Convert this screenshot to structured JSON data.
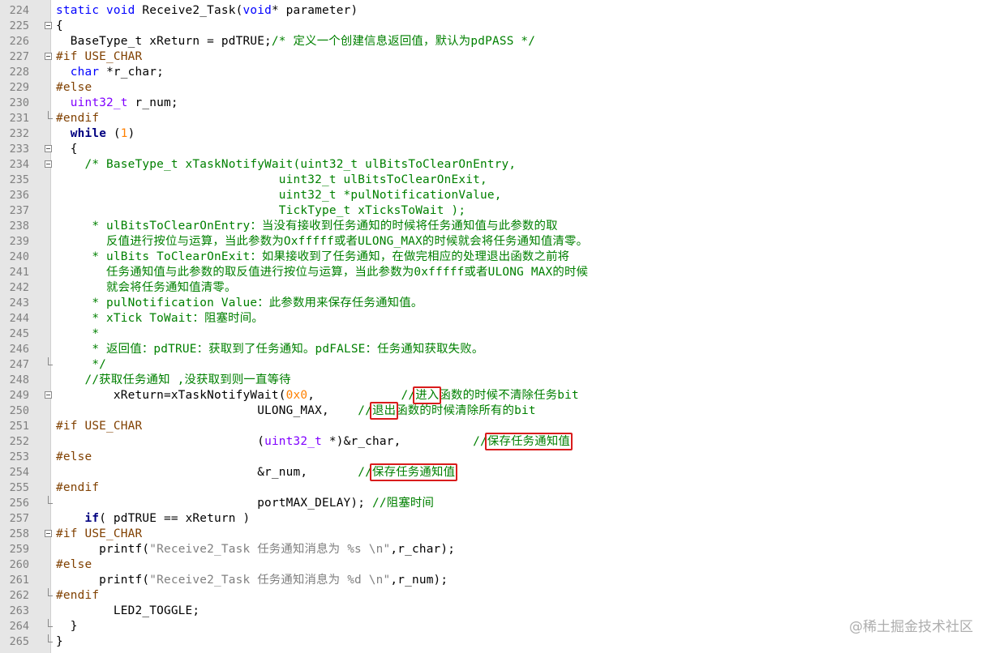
{
  "editor": {
    "lines": [
      {
        "n": "224",
        "fold": "",
        "tokens": [
          [
            "kw",
            "static void "
          ],
          [
            "tx",
            "Receive2_Task("
          ],
          [
            "kw",
            "void"
          ],
          [
            "tx",
            "* parameter)"
          ]
        ]
      },
      {
        "n": "225",
        "fold": "open",
        "tokens": [
          [
            "tx",
            "{"
          ]
        ]
      },
      {
        "n": "226",
        "fold": "",
        "tokens": [
          [
            "tx",
            "  BaseType_t xReturn = pdTRUE;"
          ],
          [
            "cm",
            "/* 定义一个创建信息返回值，默认为pdPASS */"
          ]
        ]
      },
      {
        "n": "227",
        "fold": "open",
        "tokens": [
          [
            "pp",
            "#if USE_CHAR"
          ]
        ]
      },
      {
        "n": "228",
        "fold": "",
        "tokens": [
          [
            "tx",
            "  "
          ],
          [
            "kw",
            "char"
          ],
          [
            "tx",
            " *r_char;"
          ]
        ]
      },
      {
        "n": "229",
        "fold": "",
        "tokens": [
          [
            "pp",
            "#else"
          ]
        ]
      },
      {
        "n": "230",
        "fold": "",
        "tokens": [
          [
            "tx",
            "  "
          ],
          [
            "tp",
            "uint32_t"
          ],
          [
            "tx",
            " r_num;"
          ]
        ]
      },
      {
        "n": "231",
        "fold": "end",
        "tokens": [
          [
            "pp",
            "#endif"
          ]
        ]
      },
      {
        "n": "232",
        "fold": "",
        "tokens": [
          [
            "tx",
            "  "
          ],
          [
            "kw2",
            "while"
          ],
          [
            "tx",
            " ("
          ],
          [
            "nm",
            "1"
          ],
          [
            "tx",
            ")"
          ]
        ]
      },
      {
        "n": "233",
        "fold": "open",
        "tokens": [
          [
            "tx",
            "  {"
          ]
        ]
      },
      {
        "n": "234",
        "fold": "open",
        "tokens": [
          [
            "cm",
            "    /* BaseType_t xTaskNotifyWait(uint32_t ulBitsToClearOnEntry,"
          ]
        ]
      },
      {
        "n": "235",
        "fold": "",
        "tokens": [
          [
            "cm",
            "                               uint32_t ulBitsToClearOnExit,"
          ]
        ]
      },
      {
        "n": "236",
        "fold": "",
        "tokens": [
          [
            "cm",
            "                               uint32_t *pulNotificationValue,"
          ]
        ]
      },
      {
        "n": "237",
        "fold": "",
        "tokens": [
          [
            "cm",
            "                               TickType_t xTicksToWait );"
          ]
        ]
      },
      {
        "n": "238",
        "fold": "",
        "tokens": [
          [
            "cm",
            "     * ulBitsToClearOnEntry：当没有接收到任务通知的时候将任务通知值与此参数的取"
          ]
        ]
      },
      {
        "n": "239",
        "fold": "",
        "tokens": [
          [
            "cm",
            "       反值进行按位与运算，当此参数为Oxfffff或者ULONG_MAX的时候就会将任务通知值清零。"
          ]
        ]
      },
      {
        "n": "240",
        "fold": "",
        "tokens": [
          [
            "cm",
            "     * ulBits ToClearOnExit：如果接收到了任务通知，在做完相应的处理退出函数之前将"
          ]
        ]
      },
      {
        "n": "241",
        "fold": "",
        "tokens": [
          [
            "cm",
            "       任务通知值与此参数的取反值进行按位与运算，当此参数为0xfffff或者ULONG MAX的时候"
          ]
        ]
      },
      {
        "n": "242",
        "fold": "",
        "tokens": [
          [
            "cm",
            "       就会将任务通知值清零。"
          ]
        ]
      },
      {
        "n": "243",
        "fold": "",
        "tokens": [
          [
            "cm",
            "     * pulNotification Value：此参数用来保存任务通知值。"
          ]
        ]
      },
      {
        "n": "244",
        "fold": "",
        "tokens": [
          [
            "cm",
            "     * xTick ToWait：阻塞时间。"
          ]
        ]
      },
      {
        "n": "245",
        "fold": "",
        "tokens": [
          [
            "cm",
            "     *"
          ]
        ]
      },
      {
        "n": "246",
        "fold": "",
        "tokens": [
          [
            "cm",
            "     * 返回值：pdTRUE：获取到了任务通知。pdFALSE：任务通知获取失败。"
          ]
        ]
      },
      {
        "n": "247",
        "fold": "end",
        "tokens": [
          [
            "cm",
            "     */"
          ]
        ]
      },
      {
        "n": "248",
        "fold": "",
        "tokens": [
          [
            "cm",
            "    //获取任务通知 ,没获取到则一直等待"
          ]
        ]
      },
      {
        "n": "249",
        "fold": "open",
        "tokens": [
          [
            "tx",
            "        xReturn=xTaskNotifyWait("
          ],
          [
            "nm",
            "0x0"
          ],
          [
            "tx",
            ",            "
          ],
          [
            "cm",
            "//进入函数的时候不清除任务bit"
          ]
        ]
      },
      {
        "n": "250",
        "fold": "",
        "tokens": [
          [
            "tx",
            "                            ULONG_MAX,    "
          ],
          [
            "cm",
            "//退出函数的时候清除所有的bit"
          ]
        ]
      },
      {
        "n": "251",
        "fold": "",
        "tokens": [
          [
            "pp",
            "#if USE_CHAR"
          ]
        ]
      },
      {
        "n": "252",
        "fold": "",
        "tokens": [
          [
            "tx",
            "                            "
          ],
          [
            "tx",
            "("
          ],
          [
            "tp",
            "uint32_t"
          ],
          [
            "tx",
            " *)&r_char,          "
          ],
          [
            "cm",
            "//保存任务通知值"
          ]
        ]
      },
      {
        "n": "253",
        "fold": "",
        "tokens": [
          [
            "pp",
            "#else"
          ]
        ]
      },
      {
        "n": "254",
        "fold": "",
        "tokens": [
          [
            "tx",
            "                            &r_num,       "
          ],
          [
            "cm",
            "//保存任务通知值"
          ]
        ]
      },
      {
        "n": "255",
        "fold": "",
        "tokens": [
          [
            "pp",
            "#endif"
          ]
        ]
      },
      {
        "n": "256",
        "fold": "end",
        "tokens": [
          [
            "tx",
            "                            portMAX_DELAY); "
          ],
          [
            "cm",
            "//阻塞时间"
          ]
        ]
      },
      {
        "n": "257",
        "fold": "",
        "tokens": [
          [
            "tx",
            "    "
          ],
          [
            "kw2",
            "if"
          ],
          [
            "tx",
            "( pdTRUE == xReturn )"
          ]
        ]
      },
      {
        "n": "258",
        "fold": "open",
        "tokens": [
          [
            "pp",
            "#if USE_CHAR"
          ]
        ]
      },
      {
        "n": "259",
        "fold": "",
        "tokens": [
          [
            "tx",
            "      printf("
          ],
          [
            "st",
            "\"Receive2_Task 任务通知消息为 %s \\n\""
          ],
          [
            "tx",
            ",r_char);"
          ]
        ]
      },
      {
        "n": "260",
        "fold": "",
        "tokens": [
          [
            "pp",
            "#else"
          ]
        ]
      },
      {
        "n": "261",
        "fold": "",
        "tokens": [
          [
            "tx",
            "      printf("
          ],
          [
            "st",
            "\"Receive2_Task 任务通知消息为 %d \\n\""
          ],
          [
            "tx",
            ",r_num);"
          ]
        ]
      },
      {
        "n": "262",
        "fold": "end",
        "tokens": [
          [
            "pp",
            "#endif"
          ]
        ]
      },
      {
        "n": "263",
        "fold": "",
        "tokens": [
          [
            "tx",
            "        LED2_TOGGLE;"
          ]
        ]
      },
      {
        "n": "264",
        "fold": "end",
        "tokens": [
          [
            "tx",
            "  }"
          ]
        ]
      },
      {
        "n": "265",
        "fold": "end",
        "tokens": [
          [
            "tx",
            "}"
          ]
        ]
      }
    ]
  },
  "highlights": [
    {
      "line": "249",
      "label": "进入"
    },
    {
      "line": "250",
      "label": "退出"
    },
    {
      "line": "252",
      "label": "保存任务通知值"
    },
    {
      "line": "254",
      "label": "保存任务通知值"
    }
  ],
  "watermark": "@稀土掘金技术社区",
  "colors": {
    "highlight_box": "#d91c1c",
    "comment": "#008000",
    "keyword": "#0000ff",
    "preprocessor": "#804000",
    "number": "#ff8000"
  }
}
